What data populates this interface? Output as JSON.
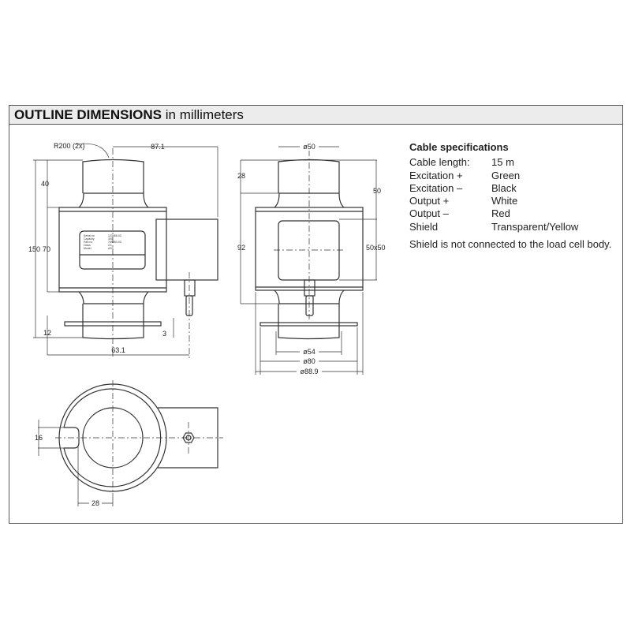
{
  "header": {
    "title_bold": "OUTLINE DIMENSIONS",
    "title_rest": " in millimeters"
  },
  "drawing": {
    "front": {
      "r200": "R200 (2x)",
      "d87": "87.1",
      "d40": "40",
      "d150": "150",
      "d70": "70",
      "d12": "12",
      "d3": "3",
      "d63": "63.1"
    },
    "label_plate": {
      "lines": [
        "Serial no",
        "Capacity",
        "Part no",
        "Class",
        "Model"
      ],
      "values": [
        "123456-03",
        "300",
        "799550-03",
        "C3",
        "ASC"
      ]
    },
    "side": {
      "d50": "ø50",
      "d28": "28",
      "d92": "92",
      "h50": "50",
      "w50x50": "50x50",
      "d54": "ø54",
      "d80": "ø80",
      "d889": "ø88.9"
    },
    "bottom": {
      "d16": "16",
      "d28": "28"
    }
  },
  "cable": {
    "title": "Cable specifications",
    "rows": [
      {
        "k": "Cable length:",
        "v": "15 m"
      },
      {
        "k": "Excitation +",
        "v": "Green"
      },
      {
        "k": "Excitation –",
        "v": "Black"
      },
      {
        "k": "Output +",
        "v": "White"
      },
      {
        "k": "Output –",
        "v": "Red"
      },
      {
        "k": "Shield",
        "v": "Transparent/Yellow"
      }
    ],
    "note": "Shield is not connected to the load cell body."
  }
}
